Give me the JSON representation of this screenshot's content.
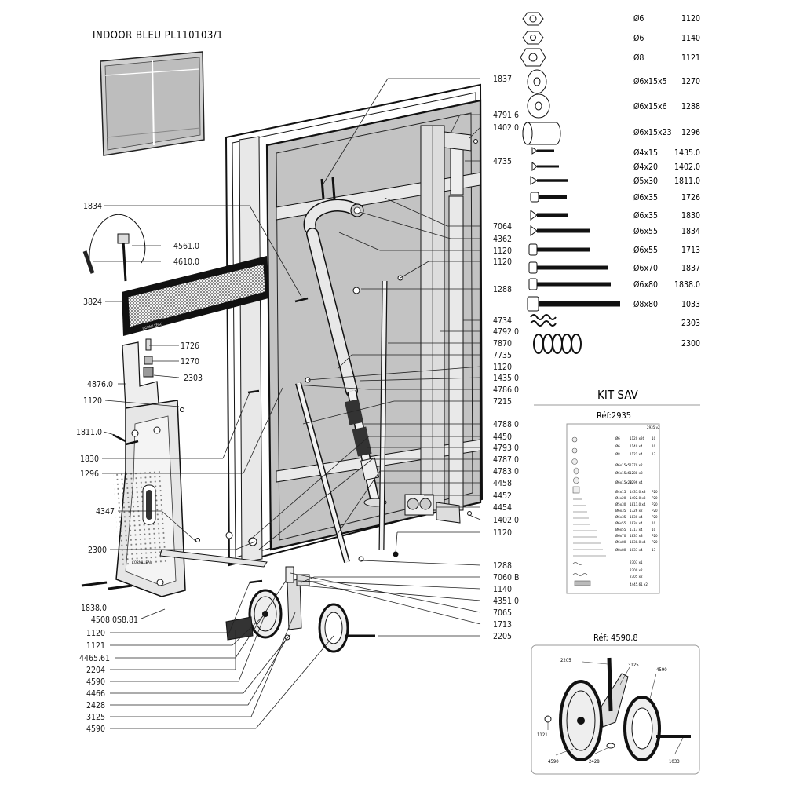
{
  "title": "INDOOR BLEU PL110103/1",
  "callouts_left": [
    {
      "id": "lbl-1834-left",
      "text": "1834"
    },
    {
      "id": "lbl-4561",
      "text": "4561.0"
    },
    {
      "id": "lbl-4610",
      "text": "4610.0"
    },
    {
      "id": "lbl-3824",
      "text": "3824"
    },
    {
      "id": "lbl-1726",
      "text": "1726"
    },
    {
      "id": "lbl-1270",
      "text": "1270"
    },
    {
      "id": "lbl-2303",
      "text": "2303"
    },
    {
      "id": "lbl-4876",
      "text": "4876.0"
    },
    {
      "id": "lbl-1120-a",
      "text": "1120"
    },
    {
      "id": "lbl-1811",
      "text": "1811.0"
    },
    {
      "id": "lbl-1830",
      "text": "1830"
    },
    {
      "id": "lbl-1296",
      "text": "1296"
    },
    {
      "id": "lbl-4347",
      "text": "4347"
    },
    {
      "id": "lbl-2300",
      "text": "2300"
    },
    {
      "id": "lbl-1838",
      "text": "1838.0"
    },
    {
      "id": "lbl-4508",
      "text": "4508.0S8.81"
    },
    {
      "id": "lbl-1120-b",
      "text": "1120"
    },
    {
      "id": "lbl-1121",
      "text": "1121"
    },
    {
      "id": "lbl-4465",
      "text": "4465.61"
    },
    {
      "id": "lbl-2204",
      "text": "2204"
    },
    {
      "id": "lbl-4590-a",
      "text": "4590"
    },
    {
      "id": "lbl-4466",
      "text": "4466"
    },
    {
      "id": "lbl-2428",
      "text": "2428"
    },
    {
      "id": "lbl-3125",
      "text": "3125"
    },
    {
      "id": "lbl-4590-b",
      "text": "4590"
    }
  ],
  "callouts_right": [
    {
      "id": "lbl-1837",
      "text": "1837"
    },
    {
      "id": "lbl-4791",
      "text": "4791.6"
    },
    {
      "id": "lbl-1402-a",
      "text": "1402.0"
    },
    {
      "id": "lbl-4735",
      "text": "4735"
    },
    {
      "id": "lbl-7064",
      "text": "7064"
    },
    {
      "id": "lbl-4362",
      "text": "4362"
    },
    {
      "id": "lbl-1120-c",
      "text": "1120"
    },
    {
      "id": "lbl-1120-d",
      "text": "1120"
    },
    {
      "id": "lbl-1288-a",
      "text": "1288"
    },
    {
      "id": "lbl-4734",
      "text": "4734"
    },
    {
      "id": "lbl-4792",
      "text": "4792.0"
    },
    {
      "id": "lbl-7870",
      "text": "7870"
    },
    {
      "id": "lbl-7735",
      "text": "7735"
    },
    {
      "id": "lbl-1120-e",
      "text": "1120"
    },
    {
      "id": "lbl-1435",
      "text": "1435.0"
    },
    {
      "id": "lbl-4786",
      "text": "4786.0"
    },
    {
      "id": "lbl-7215",
      "text": "7215"
    },
    {
      "id": "lbl-4788",
      "text": "4788.0"
    },
    {
      "id": "lbl-4450",
      "text": "4450"
    },
    {
      "id": "lbl-4793",
      "text": "4793.0"
    },
    {
      "id": "lbl-4787",
      "text": "4787.0"
    },
    {
      "id": "lbl-4783",
      "text": "4783.0"
    },
    {
      "id": "lbl-4458",
      "text": "4458"
    },
    {
      "id": "lbl-4452",
      "text": "4452"
    },
    {
      "id": "lbl-4454",
      "text": "4454"
    },
    {
      "id": "lbl-1402-b",
      "text": "1402.0"
    },
    {
      "id": "lbl-1120-f",
      "text": "1120"
    },
    {
      "id": "lbl-1288-b",
      "text": "1288"
    },
    {
      "id": "lbl-7060",
      "text": "7060.B"
    },
    {
      "id": "lbl-1140",
      "text": "1140"
    },
    {
      "id": "lbl-4351",
      "text": "4351.0"
    },
    {
      "id": "lbl-7065",
      "text": "7065"
    },
    {
      "id": "lbl-1713",
      "text": "1713"
    },
    {
      "id": "lbl-2205",
      "text": "2205"
    }
  ],
  "hardware": [
    {
      "size": "Ø6",
      "code": "1120",
      "icon": "nut-icon"
    },
    {
      "size": "Ø6",
      "code": "1140",
      "icon": "nut-icon"
    },
    {
      "size": "Ø8",
      "code": "1121",
      "icon": "nut-icon"
    },
    {
      "size": "Ø6x15x5",
      "code": "1270",
      "icon": "spacer-icon"
    },
    {
      "size": "Ø6x15x6",
      "code": "1288",
      "icon": "spacer-icon"
    },
    {
      "size": "Ø6x15x23",
      "code": "1296",
      "icon": "spacer-icon"
    },
    {
      "size": "Ø4x15",
      "code": "1435.0",
      "icon": "screw-icon"
    },
    {
      "size": "Ø4x20",
      "code": "1402.0",
      "icon": "screw-icon"
    },
    {
      "size": "Ø5x30",
      "code": "1811.0",
      "icon": "screw-icon"
    },
    {
      "size": "Ø6x35",
      "code": "1726",
      "icon": "bolt-icon"
    },
    {
      "size": "Ø6x35",
      "code": "1830",
      "icon": "screw-icon"
    },
    {
      "size": "Ø6x55",
      "code": "1834",
      "icon": "screw-icon"
    },
    {
      "size": "Ø6x55",
      "code": "1713",
      "icon": "bolt-icon"
    },
    {
      "size": "Ø6x70",
      "code": "1837",
      "icon": "bolt-icon"
    },
    {
      "size": "Ø6x80",
      "code": "1838.0",
      "icon": "bolt-icon"
    },
    {
      "size": "Ø8x80",
      "code": "1033",
      "icon": "bolt-icon"
    },
    {
      "size": "",
      "code": "2303",
      "icon": "spring-icon"
    },
    {
      "size": "",
      "code": "2300",
      "icon": "spring-icon"
    }
  ],
  "kit": {
    "title": "KIT SAV",
    "ref": "Réf:2935",
    "sheet_tag": "2935 v2",
    "sheet_rows": [
      {
        "size": "Ø6",
        "qty": "1120 x26",
        "code": "10"
      },
      {
        "size": "Ø6",
        "qty": "1140 x4",
        "code": "10"
      },
      {
        "size": "Ø8",
        "qty": "1121 x4",
        "code": "13"
      },
      {
        "size": "Ø6x15x5",
        "qty": "1270 x2",
        "code": ""
      },
      {
        "size": "Ø6x15x6",
        "qty": "1288 x8",
        "code": ""
      },
      {
        "size": "Ø6x15x23",
        "qty": "1296 x4",
        "code": ""
      },
      {
        "size": "Ø4x15",
        "qty": "1435.0 x8",
        "code": "P20"
      },
      {
        "size": "Ø4x20",
        "qty": "1402.0 x8",
        "code": "P20"
      },
      {
        "size": "Ø5x30",
        "qty": "1811.0 x4",
        "code": "P20"
      },
      {
        "size": "Ø6x35",
        "qty": "1726 x2",
        "code": "P20"
      },
      {
        "size": "Ø6x35",
        "qty": "1830 x4",
        "code": "P20"
      },
      {
        "size": "Ø6x55",
        "qty": "1834 x4",
        "code": "10"
      },
      {
        "size": "Ø6x55",
        "qty": "1713 x4",
        "code": "10"
      },
      {
        "size": "Ø6x70",
        "qty": "1837 x8",
        "code": "P20"
      },
      {
        "size": "Ø6x80",
        "qty": "1838.0 x4",
        "code": "P20"
      },
      {
        "size": "Ø8x80",
        "qty": "1033 x4",
        "code": "13"
      },
      {
        "size": "",
        "qty": "2303 x1",
        "code": ""
      },
      {
        "size": "",
        "qty": "2300 x2",
        "code": ""
      },
      {
        "size": "",
        "qty": "2305 x2",
        "code": ""
      },
      {
        "size": "",
        "qty": "4445.61 x2",
        "code": ""
      }
    ]
  },
  "wheel_kit": {
    "ref": "Réf: 4590.8",
    "labels": [
      {
        "id": "wk-2205",
        "text": "2205"
      },
      {
        "id": "wk-3125",
        "text": "3125"
      },
      {
        "id": "wk-4590-a",
        "text": "4590"
      },
      {
        "id": "wk-1121",
        "text": "1121"
      },
      {
        "id": "wk-4590-b",
        "text": "4590"
      },
      {
        "id": "wk-2428",
        "text": "2428"
      },
      {
        "id": "wk-1033",
        "text": "1033"
      }
    ]
  },
  "net_brand": "CORNILLEAU",
  "leg_brand": "CORNILLEAU"
}
